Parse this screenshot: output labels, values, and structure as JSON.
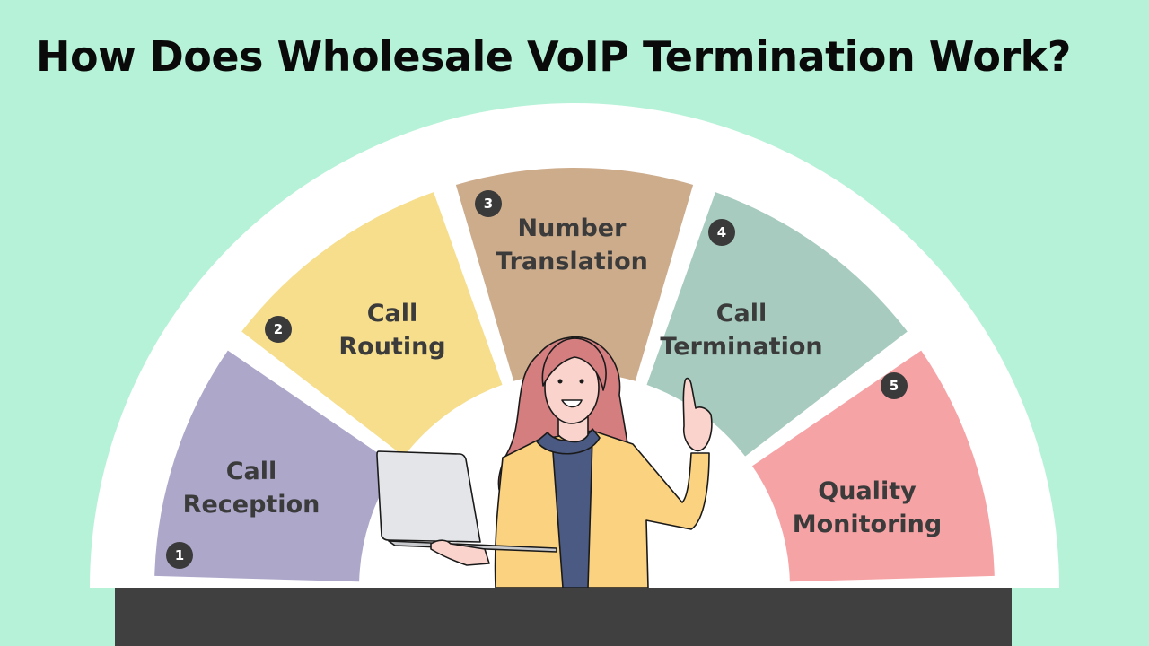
{
  "title": "How Does Wholesale VoIP Termination Work?",
  "colors": {
    "background": "#b6f2d8",
    "ring": "#ffffff",
    "base_bar": "#404040",
    "badge": "#3a3a3a",
    "text": "#3b3b3b"
  },
  "steps": [
    {
      "number": "1",
      "line1": "Call",
      "line2": "Reception",
      "color": "#ada7ca"
    },
    {
      "number": "2",
      "line1": "Call",
      "line2": "Routing",
      "color": "#f6de8d"
    },
    {
      "number": "3",
      "line1": "Number",
      "line2": "Translation",
      "color": "#cdac8c"
    },
    {
      "number": "4",
      "line1": "Call",
      "line2": "Termination",
      "color": "#a7cbbf"
    },
    {
      "number": "5",
      "line1": "Quality",
      "line2": "Monitoring",
      "color": "#f6a3a6"
    }
  ],
  "illustration": {
    "subject": "woman-holding-laptop-pointing-up"
  }
}
